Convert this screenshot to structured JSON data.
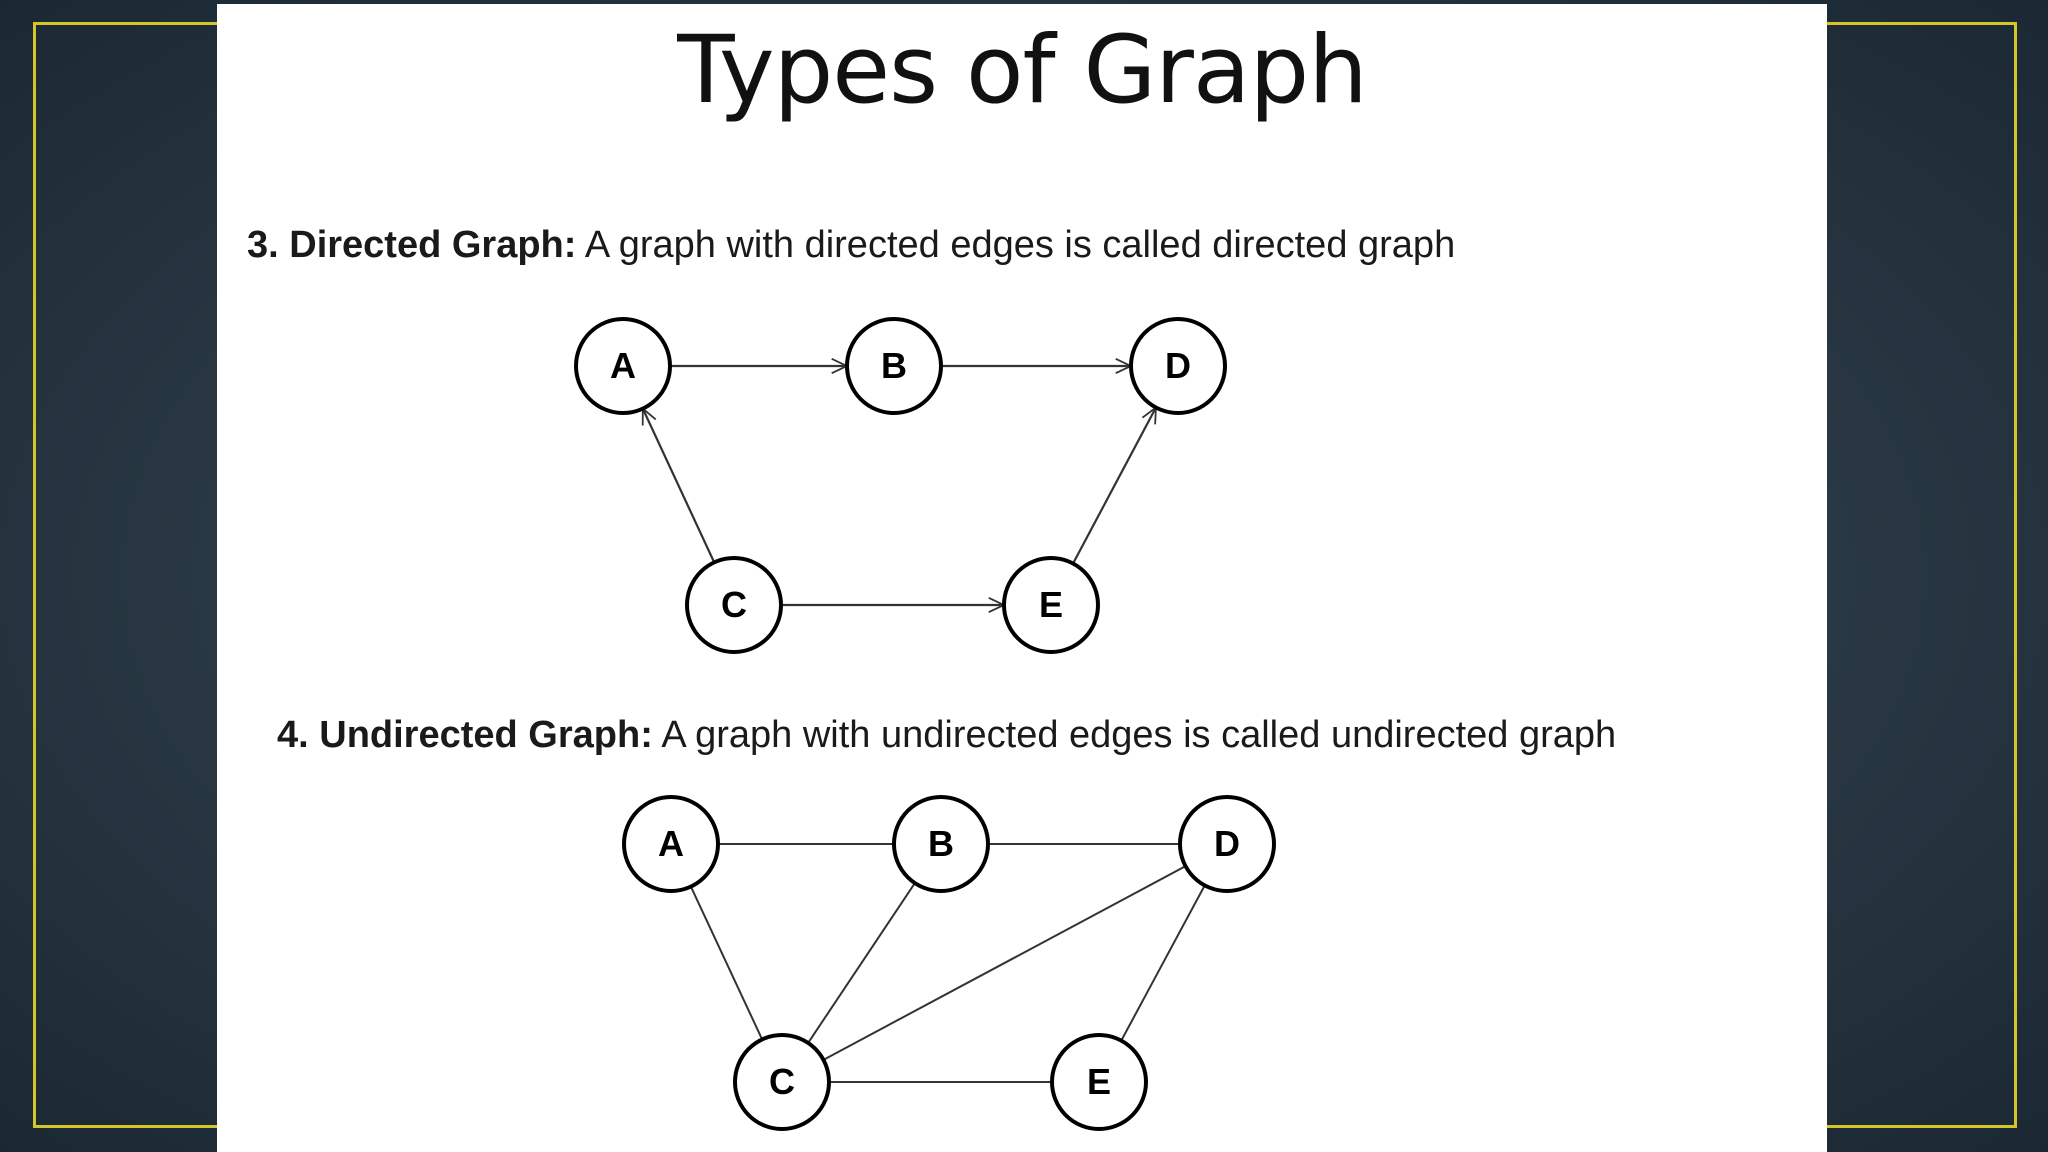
{
  "slide": {
    "title": "Types of Graph",
    "sections": [
      {
        "heading": "3. Directed Graph:",
        "description": "A graph with directed edges is called directed  graph",
        "graph": {
          "directed": true,
          "nodes": [
            "A",
            "B",
            "D",
            "C",
            "E"
          ],
          "edges": [
            {
              "from": "A",
              "to": "B"
            },
            {
              "from": "B",
              "to": "D"
            },
            {
              "from": "C",
              "to": "A"
            },
            {
              "from": "C",
              "to": "E"
            },
            {
              "from": "E",
              "to": "D"
            }
          ]
        }
      },
      {
        "heading": "4. Undirected Graph:",
        "description": "A graph with undirected edges is called undirected  graph",
        "graph": {
          "directed": false,
          "nodes": [
            "A",
            "B",
            "D",
            "C",
            "E"
          ],
          "edges": [
            {
              "from": "A",
              "to": "B"
            },
            {
              "from": "B",
              "to": "D"
            },
            {
              "from": "A",
              "to": "C"
            },
            {
              "from": "B",
              "to": "C"
            },
            {
              "from": "C",
              "to": "D"
            },
            {
              "from": "C",
              "to": "E"
            },
            {
              "from": "E",
              "to": "D"
            }
          ]
        }
      }
    ]
  },
  "colors": {
    "background": "#2c3c48",
    "frame": "#d4c62a",
    "slide": "#ffffff",
    "node_stroke": "#000000",
    "edge_stroke": "#333333"
  }
}
